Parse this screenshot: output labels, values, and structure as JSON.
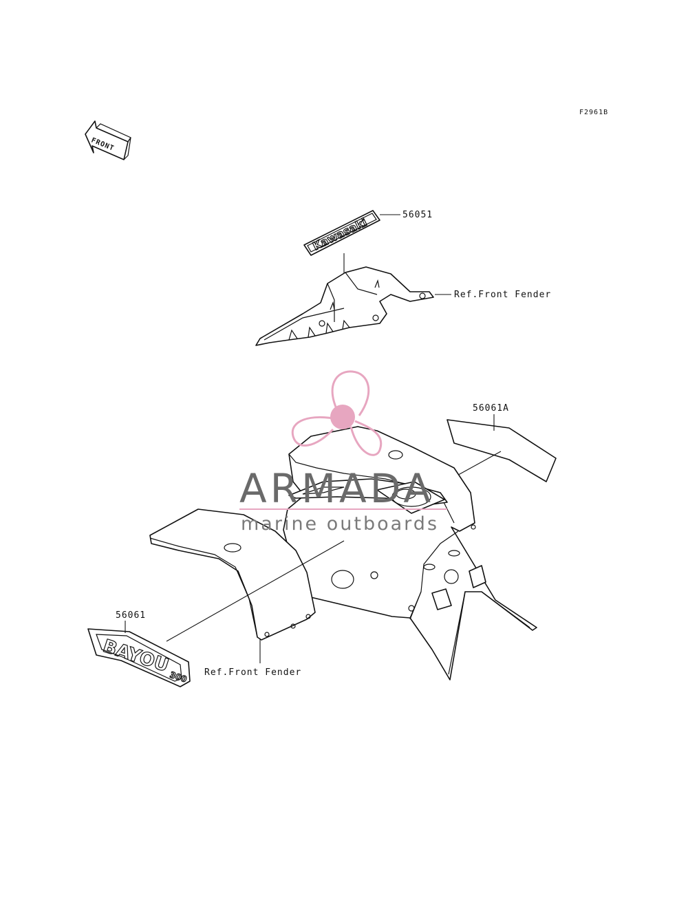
{
  "diagram": {
    "code": "F2961B",
    "front_arrow_label": "FRONT",
    "callouts": {
      "part_56051": "56051",
      "ref_front_fender_top": "Ref.Front Fender",
      "part_56061A": "56061A",
      "part_56061": "56061",
      "ref_front_fender_bottom": "Ref.Front Fender"
    },
    "decals": {
      "top_decal_text": "Kawasaki",
      "bottom_decal_text": "BAYOU",
      "bottom_decal_suffix": "300"
    }
  },
  "watermark": {
    "brand": "ARMADA",
    "tagline": "marine outboards",
    "accent_color": "#e7a6c0",
    "text_color": "#6a6a6a"
  }
}
